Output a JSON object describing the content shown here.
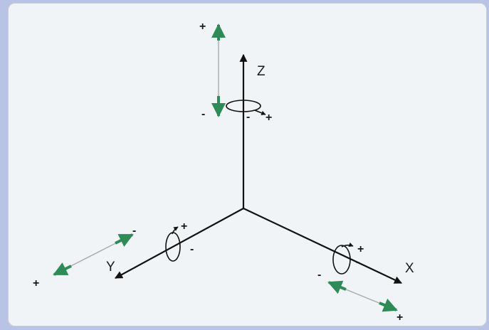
{
  "colors": {
    "background": "#b9c3e6",
    "panel": "#f1f4f6",
    "axis": "#111111",
    "translation_arrow": "#2e8b57",
    "translation_line": "#a9a9a9"
  },
  "axes": {
    "z": {
      "label": "Z"
    },
    "y": {
      "label": "Y"
    },
    "x": {
      "label": "X"
    }
  },
  "signs": {
    "plus": "+",
    "minus": "-"
  }
}
